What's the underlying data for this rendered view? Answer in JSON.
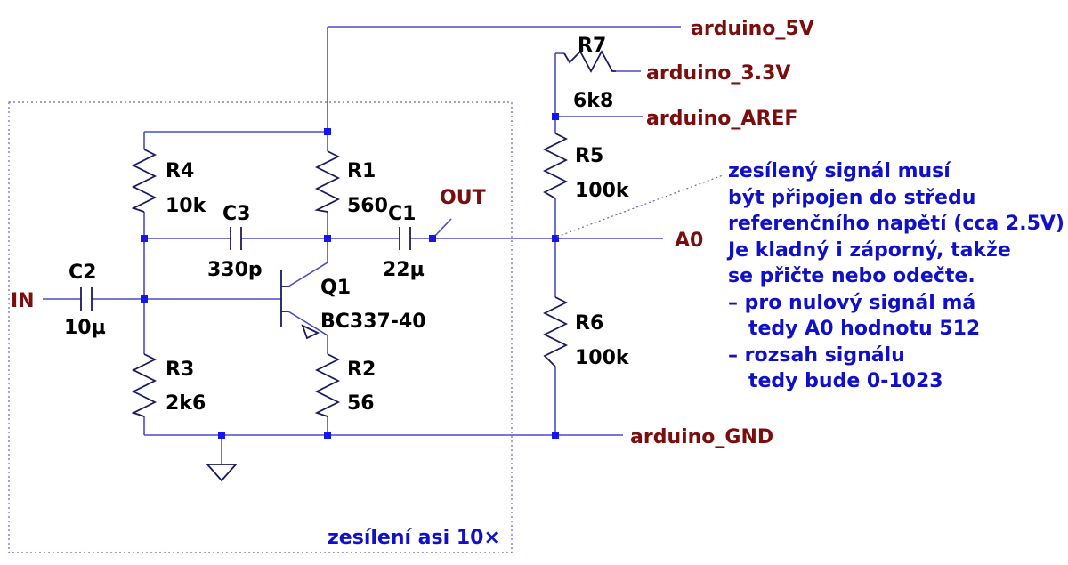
{
  "components": {
    "r1": {
      "name": "R1",
      "value": "560"
    },
    "r2": {
      "name": "R2",
      "value": "56"
    },
    "r3": {
      "name": "R3",
      "value": "2k6"
    },
    "r4": {
      "name": "R4",
      "value": "10k"
    },
    "r5": {
      "name": "R5",
      "value": "100k"
    },
    "r6": {
      "name": "R6",
      "value": "100k"
    },
    "r7": {
      "name": "R7",
      "value": "6k8"
    },
    "c1": {
      "name": "C1",
      "value": "22µ"
    },
    "c2": {
      "name": "C2",
      "value": "10µ"
    },
    "c3": {
      "name": "C3",
      "value": "330p"
    },
    "q1": {
      "name": "Q1",
      "value": "BC337-40"
    }
  },
  "nets": {
    "in": "IN",
    "out": "OUT",
    "a0": "A0",
    "v5": "arduino_5V",
    "v33": "arduino_3.3V",
    "aref": "arduino_AREF",
    "gnd": "arduino_GND"
  },
  "notes": {
    "box_caption": "zesílení asi 10×",
    "comment": [
      "zesílený signál musí",
      "být připojen do středu",
      "referenčního napětí (cca 2.5V)",
      "Je kladný i záporný, takže",
      "se přičte nebo odečte.",
      "– pro nulový signál má",
      "   tedy A0 hodnotu 512",
      "– rozsah signálu",
      "   tedy bude 0-1023"
    ]
  },
  "colors": {
    "wire": "#4a4ac8",
    "net_label": "#7a0d0d",
    "note_text": "#1010c8",
    "junction": "#1515f0"
  }
}
